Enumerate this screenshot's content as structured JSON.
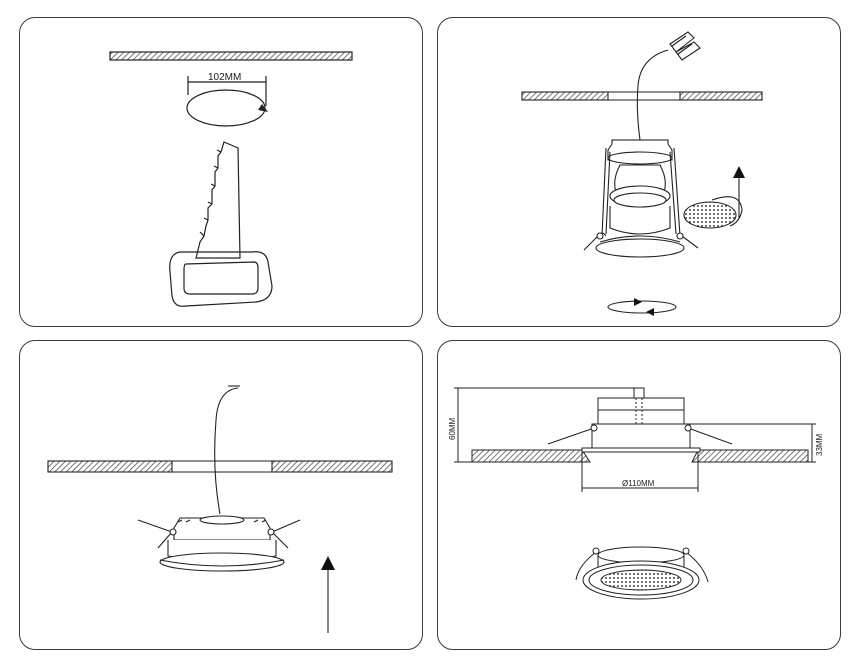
{
  "panels": [
    {
      "id": "step-1-cut-hole",
      "labels": {
        "hole_diameter": "102MM"
      }
    },
    {
      "id": "step-2-connect-and-insert"
    },
    {
      "id": "step-3-push-into-ceiling"
    },
    {
      "id": "step-4-dimensions",
      "labels": {
        "height": "60MM",
        "depth": "33MM",
        "diameter": "Ø110MM"
      }
    }
  ],
  "colors": {
    "line": "#222222",
    "panel_border": "#3a3a3a",
    "hatch": "#555555"
  }
}
